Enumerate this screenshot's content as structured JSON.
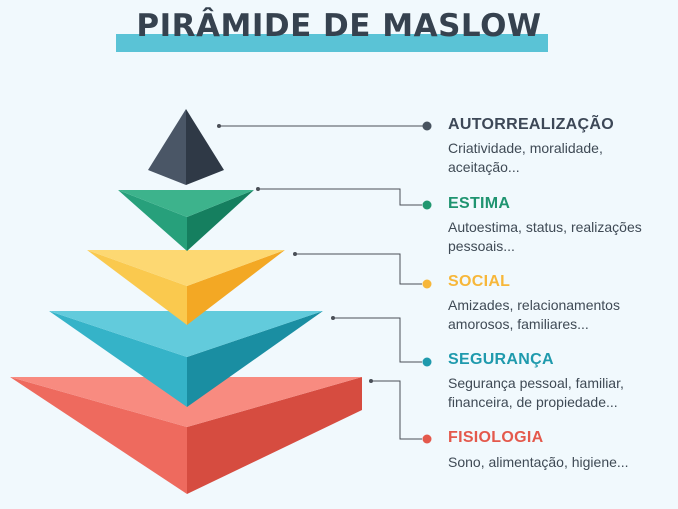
{
  "title": "PIRÂMIDE DE MASLOW",
  "levels": [
    {
      "title": "AUTORREALIZAÇÃO",
      "description": "Criatividade, moralidade, aceitação...",
      "color": "#3d4857"
    },
    {
      "title": "ESTIMA",
      "description": "Autoestima, status, realizações pessoais...",
      "color": "#1f9470"
    },
    {
      "title": "SOCIAL",
      "description": "Amizades, relacionamentos amorosos, familiares...",
      "color": "#f7b73a"
    },
    {
      "title": "SEGURANÇA",
      "description": "Segurança pessoal, familiar, financeira, de propiedade...",
      "color": "#1f9aad"
    },
    {
      "title": "FISIOLOGIA",
      "description": "Sono, alimentação, higiene...",
      "color": "#e4594c"
    }
  ]
}
